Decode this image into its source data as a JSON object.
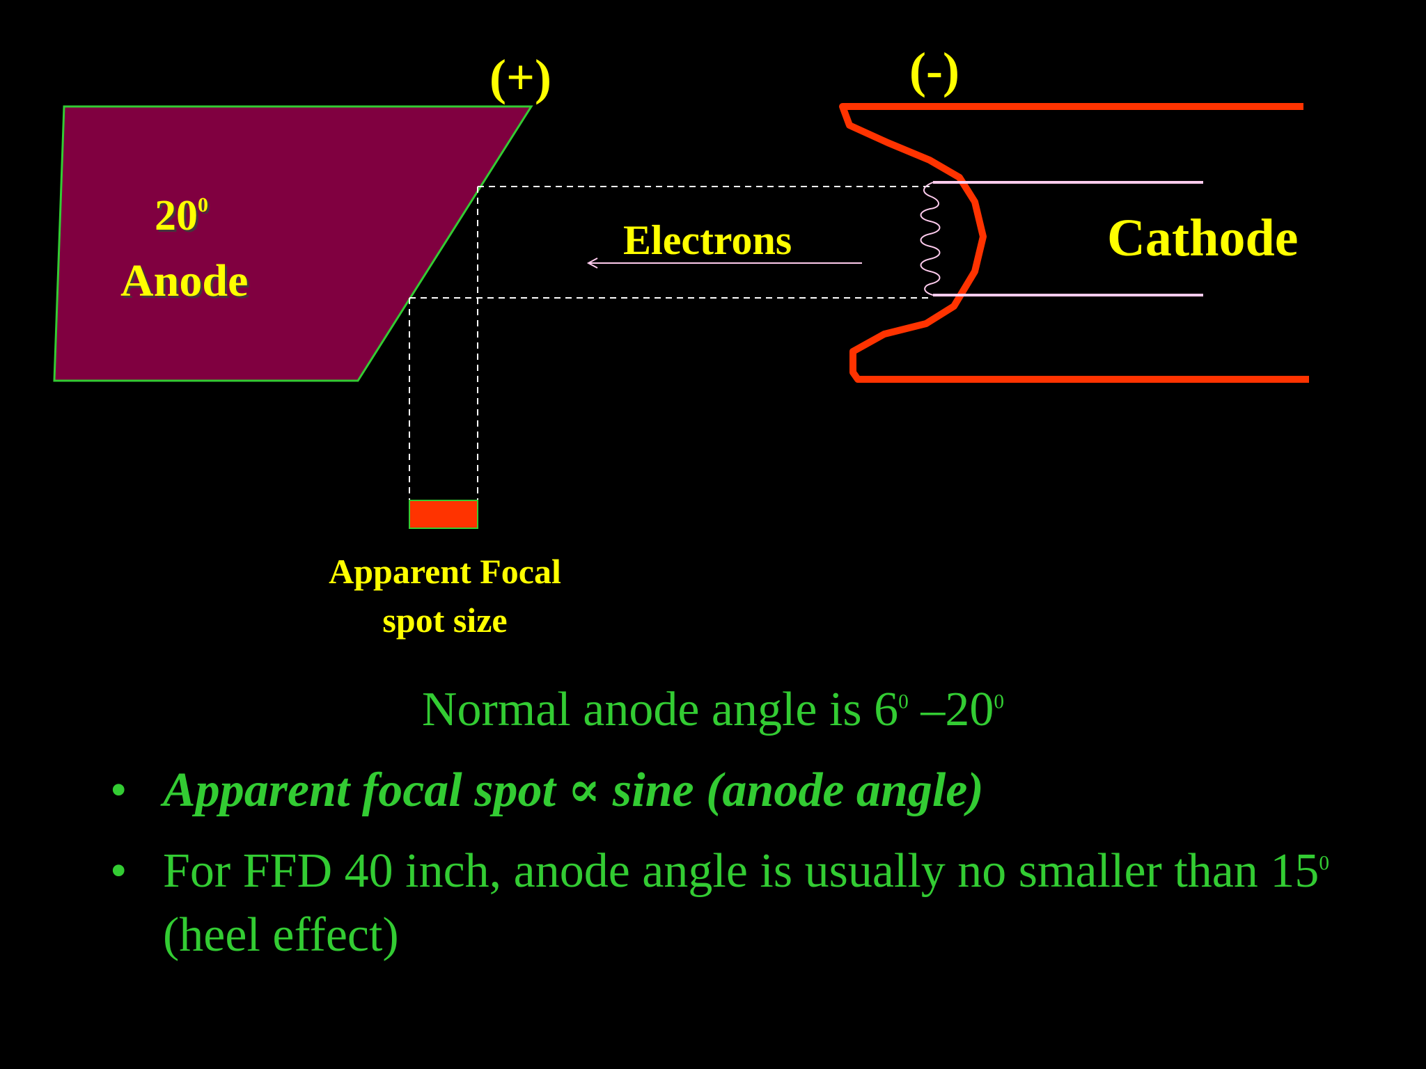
{
  "diagram": {
    "anode_angle_label": "20",
    "anode_angle_sup": "0",
    "anode_label": "Anode",
    "anode_polarity": "(+)",
    "cathode_polarity": "(-)",
    "cathode_label": "Cathode",
    "electrons_label": "Electrons",
    "focal_label_line1": "Apparent Focal",
    "focal_label_line2": "spot size",
    "colors": {
      "anode_fill": "#800040",
      "anode_outline": "#33cc33",
      "cathode_cup": "#ff3300",
      "focal_spot": "#ff3300",
      "filament": "#ffccee",
      "label": "#ffff00",
      "body_text": "#33cc33"
    }
  },
  "text": {
    "normal_angle_prefix": "Normal anode angle is 6",
    "normal_angle_sup1": "0",
    "normal_angle_mid": " –20",
    "normal_angle_sup2": "0",
    "bullet1": "Apparent focal spot ∝ sine (anode angle)",
    "bullet2_prefix": "For FFD 40 inch, anode angle is usually no smaller than 15",
    "bullet2_sup": "0",
    "bullet2_suffix": " (heel effect)",
    "bullet_symbol": "•"
  }
}
